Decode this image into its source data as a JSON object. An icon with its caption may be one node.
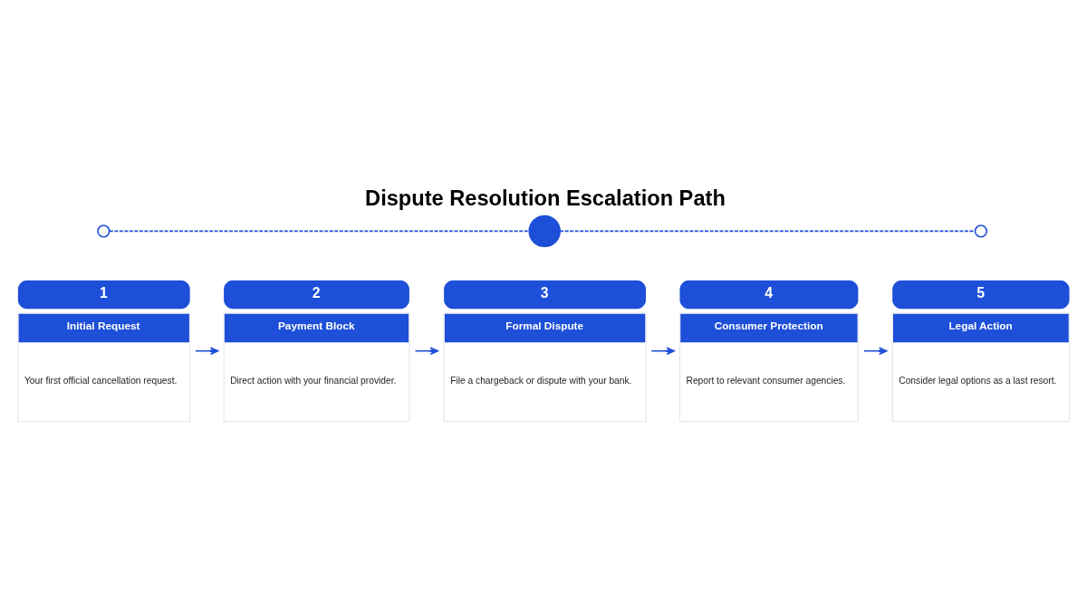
{
  "diagram": {
    "title": "Dispute Resolution Escalation Path",
    "nodes": [
      {
        "text": [
          "1",
          "Initial Request",
          "Your first official cancellation request."
        ]
      },
      {
        "text": [
          "2",
          "Payment Block",
          "Direct action with your financial provider."
        ]
      },
      {
        "text": [
          "3",
          "Formal Dispute",
          "File a chargeback or dispute with your bank."
        ]
      },
      {
        "text": [
          "4",
          "Consumer Protection",
          "Report to relevant consumer agencies."
        ]
      },
      {
        "text": [
          "5",
          "Legal Action",
          "Consider legal options as a last resort."
        ]
      },
      {
        "text": [],
        "shape": "circle"
      },
      {
        "text": [],
        "shape": "circle"
      },
      {
        "text": [],
        "shape": "circle"
      }
    ],
    "edges": [
      {
        "from": 0,
        "to": 1,
        "arrow": "to"
      },
      {
        "from": 1,
        "to": 2,
        "arrow": "to"
      },
      {
        "from": 2,
        "to": 3,
        "arrow": "to"
      },
      {
        "from": 3,
        "to": 4,
        "arrow": "to"
      },
      {
        "from": 5,
        "to": 6,
        "arrow": "none",
        "style": "dashed"
      },
      {
        "from": 6,
        "to": 7,
        "arrow": "none",
        "style": "dashed"
      }
    ]
  }
}
